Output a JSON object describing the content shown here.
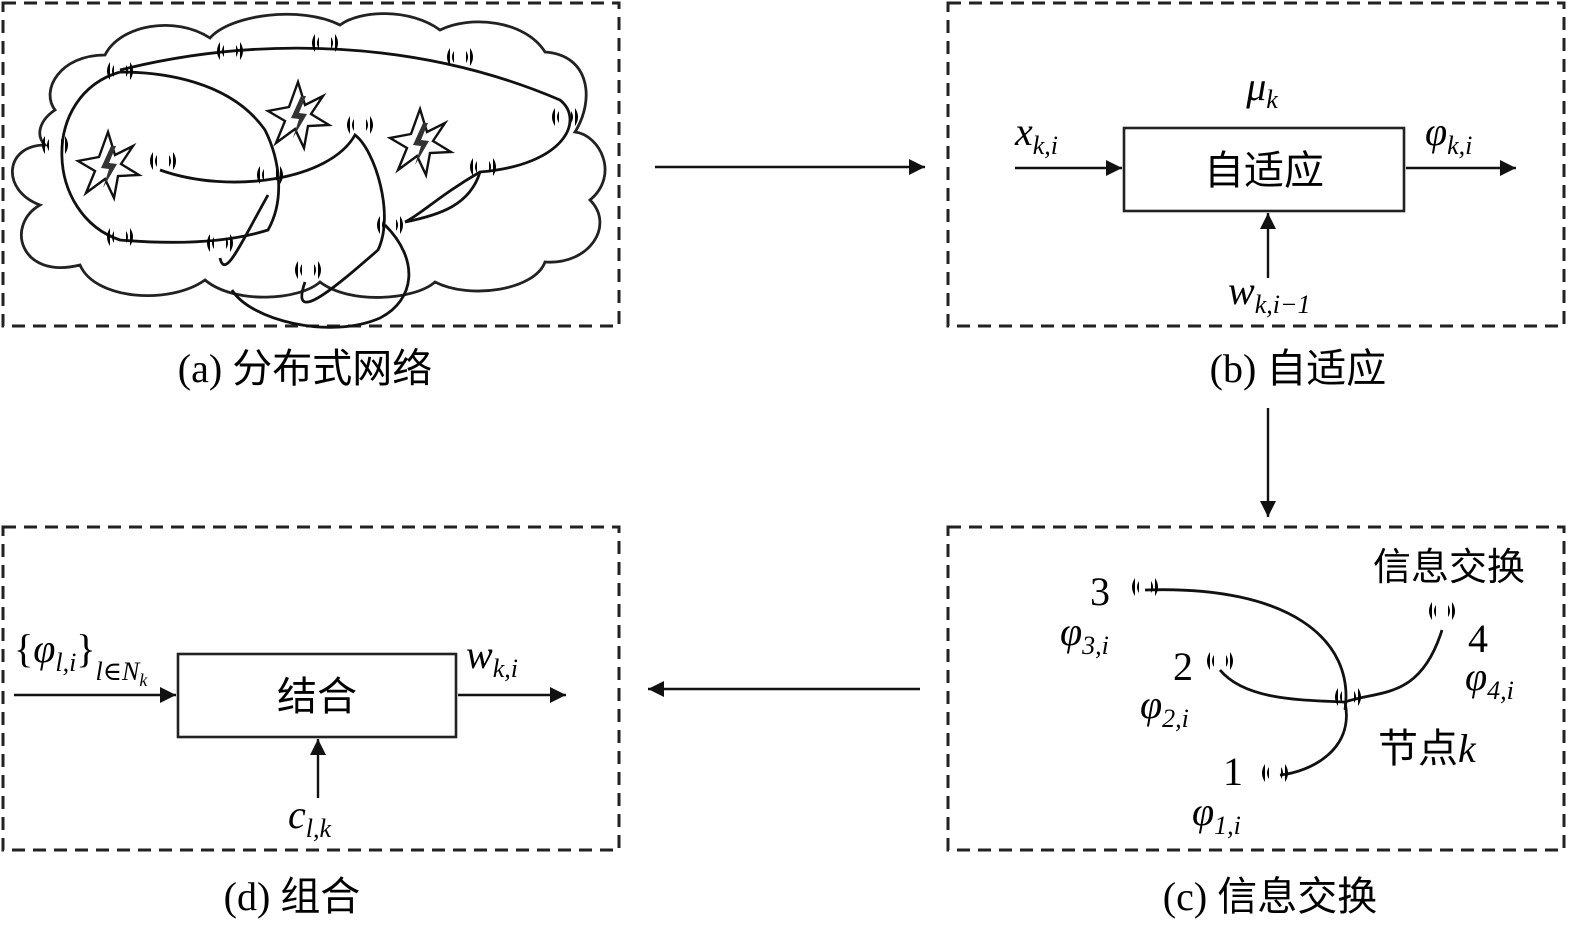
{
  "panels": {
    "a": {
      "caption": "(a) 分布式网络"
    },
    "b": {
      "caption": "(b) 自适应",
      "box_label": "自适应",
      "step_size": {
        "base": "μ",
        "sub": "k"
      },
      "input": {
        "base": "x",
        "sub": "k,i"
      },
      "output": {
        "base": "φ",
        "sub": "k,i"
      },
      "prior_weight": {
        "base": "w",
        "sub": "k,i−1"
      }
    },
    "c": {
      "caption": "(c) 信息交换",
      "title": "信息交换",
      "center_node_label": "节点",
      "center_node_var": "k",
      "neighbors": [
        {
          "id": "3",
          "base": "φ",
          "sub": "3,i"
        },
        {
          "id": "2",
          "base": "φ",
          "sub": "2,i"
        },
        {
          "id": "4",
          "base": "φ",
          "sub": "4,i"
        },
        {
          "id": "1",
          "base": "φ",
          "sub": "1,i"
        }
      ]
    },
    "d": {
      "caption": "(d) 组合",
      "box_label": "结合",
      "input": {
        "open": "{",
        "base": "φ",
        "sub": "l,i",
        "close": "}",
        "set": "l∈N",
        "set_sub": "k"
      },
      "output": {
        "base": "w",
        "sub": "k,i"
      },
      "coefficient": {
        "base": "c",
        "sub": "l,k"
      }
    }
  }
}
